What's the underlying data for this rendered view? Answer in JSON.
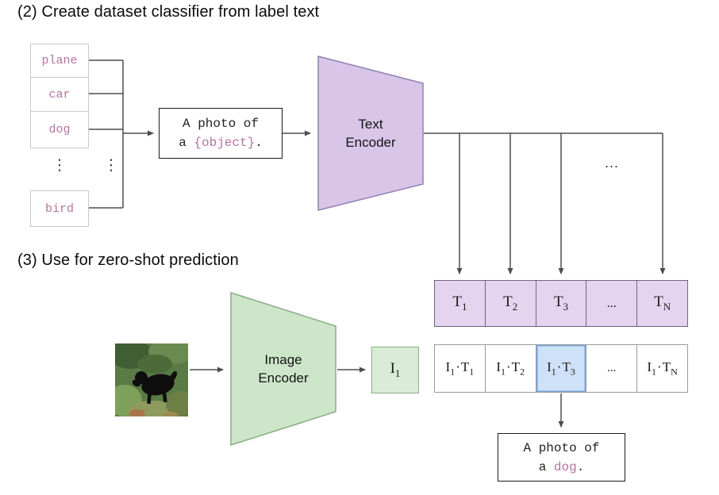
{
  "headings": {
    "section2": "(2) Create dataset classifier from label text",
    "section3": "(3) Use for zero-shot prediction"
  },
  "labels": {
    "items": [
      "plane",
      "car",
      "dog",
      "bird"
    ],
    "ellipsis": "⋮"
  },
  "prompt": {
    "line1": "A photo of",
    "line2_pre": "a ",
    "object_token": "{object}",
    "line2_post": "."
  },
  "encoders": {
    "text_label": "Text Encoder",
    "image_label": "Image Encoder"
  },
  "embeddings": {
    "top_dots": "...",
    "image": {
      "base": "I",
      "sub": "1"
    },
    "text_row": [
      {
        "base": "T",
        "sub": "1"
      },
      {
        "base": "T",
        "sub": "2"
      },
      {
        "base": "T",
        "sub": "3"
      },
      {
        "ellipsis": "..."
      },
      {
        "base": "T",
        "sub": "N"
      }
    ]
  },
  "logits": {
    "cells": [
      {
        "i_base": "I",
        "i_sub": "1",
        "dot": "·",
        "t_base": "T",
        "t_sub": "1"
      },
      {
        "i_base": "I",
        "i_sub": "1",
        "dot": "·",
        "t_base": "T",
        "t_sub": "2"
      },
      {
        "i_base": "I",
        "i_sub": "1",
        "dot": "·",
        "t_base": "T",
        "t_sub": "3"
      },
      {
        "ellipsis": "..."
      },
      {
        "i_base": "I",
        "i_sub": "1",
        "dot": "·",
        "t_base": "T",
        "t_sub": "N"
      }
    ]
  },
  "result": {
    "line1": "A photo of",
    "line2_pre": "a ",
    "object": "dog",
    "line2_post": "."
  },
  "colors": {
    "purple-fill": "#d8c5e8",
    "purple-stroke": "#9280b2",
    "tcell-fill": "#e5d4ef",
    "tcell-stroke": "#71647f",
    "green-fill": "#cde6c9",
    "green-stroke": "#88ad83",
    "icell-fill": "#d9edd6",
    "logit-stroke": "#9a9a9a",
    "highlight-fill": "#cfe1f8",
    "highlight-stroke": "#79a5da",
    "pink-text": "#b5739f",
    "line-color": "#4d4d4d",
    "label-border": "#c9c9c9"
  }
}
